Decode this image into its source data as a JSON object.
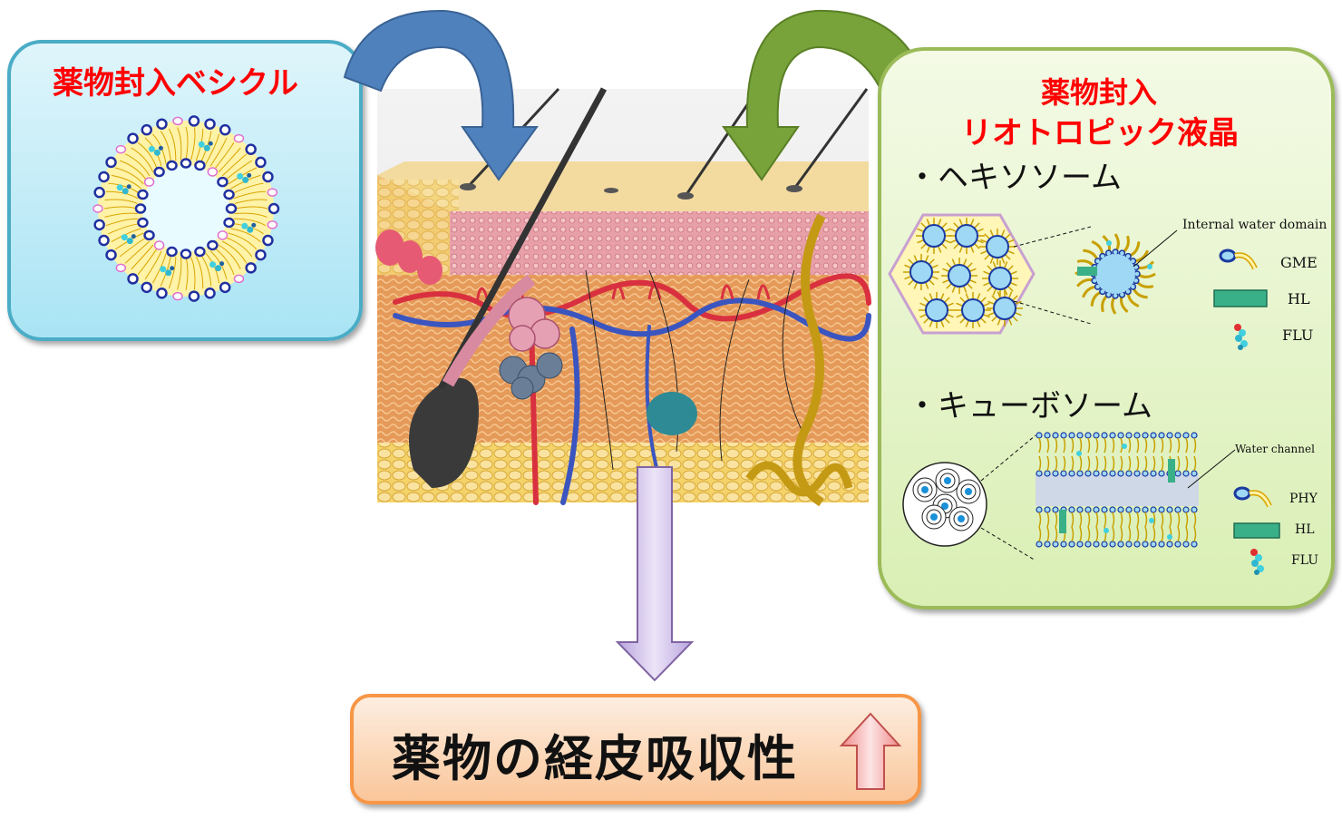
{
  "vesicle": {
    "title": "薬物封入ベシクル"
  },
  "liquid_crystal": {
    "title_line1": "薬物封入",
    "title_line2": "リオトロピック液晶",
    "hexosome": {
      "bullet": "・ヘキソソーム",
      "water_label": "Internal water domain",
      "legend": [
        "GME",
        "HL",
        "FLU"
      ]
    },
    "cubosome": {
      "bullet": "・キューボソーム",
      "water_label": "Water channel",
      "legend": [
        "PHY",
        "HL",
        "FLU"
      ]
    }
  },
  "result": {
    "text": "薬物の経皮吸収性"
  },
  "colors": {
    "vesicle_border": "#4bacc6",
    "lc_border": "#9bbb59",
    "result_border": "#f79646",
    "blue_arrow": "#4f81bd",
    "green_arrow": "#77a33a",
    "down_arrow": "#c8b8e6",
    "up_arrow": "#f4a4a4",
    "title_red": "#ff0000"
  }
}
